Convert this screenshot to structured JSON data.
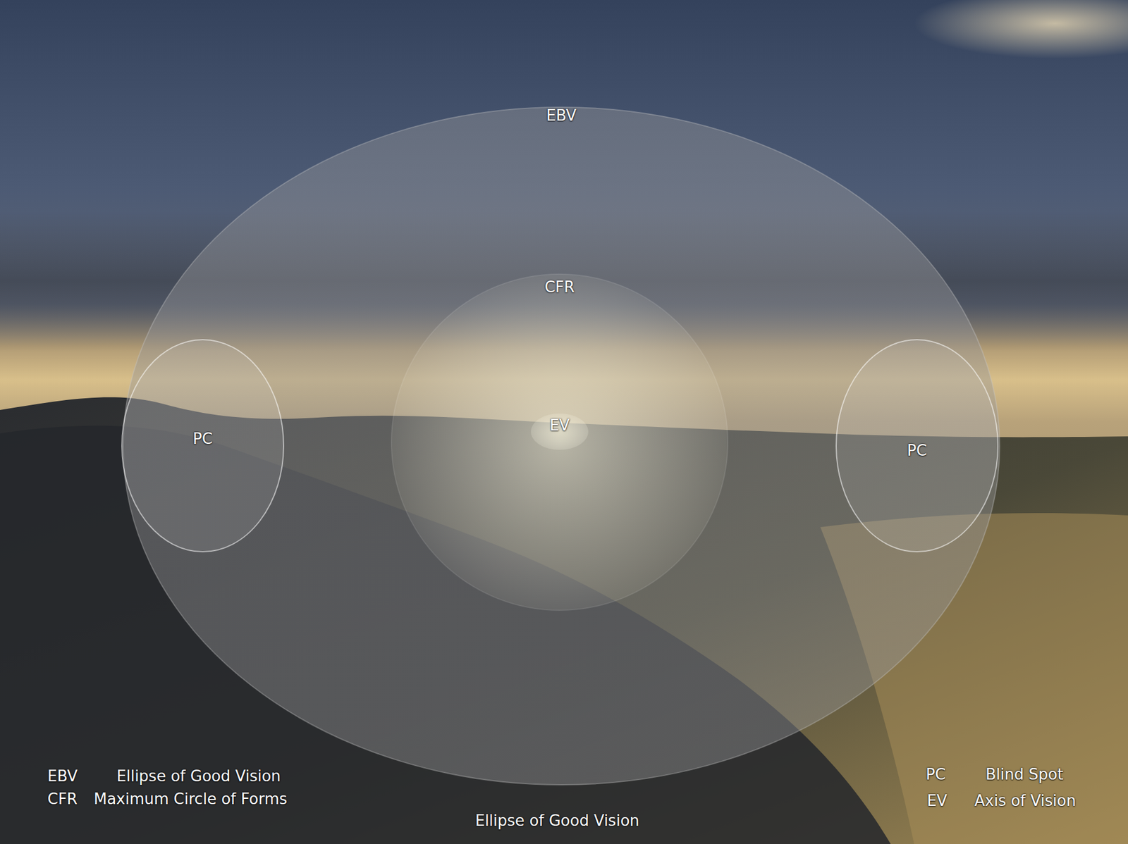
{
  "diagram": {
    "caption": "Ellipse of Good Vision",
    "nodes": [
      {
        "text": [
          "EBV"
        ]
      },
      {
        "text": [
          "CFR"
        ],
        "in": 0
      },
      {
        "text": [
          "EV"
        ],
        "in": 1
      },
      {
        "text": [
          "PC"
        ],
        "in": 0
      },
      {
        "text": [
          "PC"
        ],
        "in": 0
      }
    ],
    "labels": [
      "EBV",
      "Ellipse of Good Vision",
      "CFR",
      "Maximum Circle of Forms",
      "PC",
      "Blind Spot",
      "EV",
      "Axis of Vision"
    ]
  }
}
